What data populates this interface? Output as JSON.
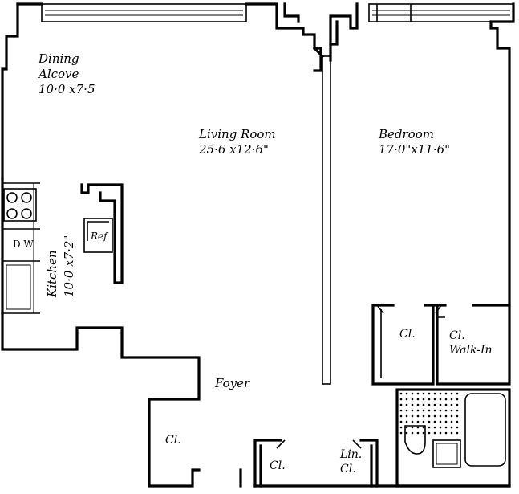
{
  "rooms": {
    "dining_alcove": {
      "name_line1": "Dining",
      "name_line2": "Alcove",
      "size": "10·0 x7·5"
    },
    "living_room": {
      "name": "Living Room",
      "size": "25·6 x12·6\""
    },
    "bedroom": {
      "name": "Bedroom",
      "size": "17·0\"x11·6\""
    },
    "kitchen": {
      "name": "Kitchen",
      "size": "10·0 x7·2\""
    },
    "foyer": {
      "name": "Foyer"
    }
  },
  "closets": {
    "bedroom_closet": "Cl.",
    "walk_in_line1": "Cl.",
    "walk_in_line2": "Walk-In",
    "foyer_closet": "Cl.",
    "hall_closet": "Cl.",
    "linen_line1": "Lin.",
    "linen_line2": "Cl."
  },
  "fixtures": {
    "dishwasher": "D W",
    "refrigerator": "Ref"
  }
}
